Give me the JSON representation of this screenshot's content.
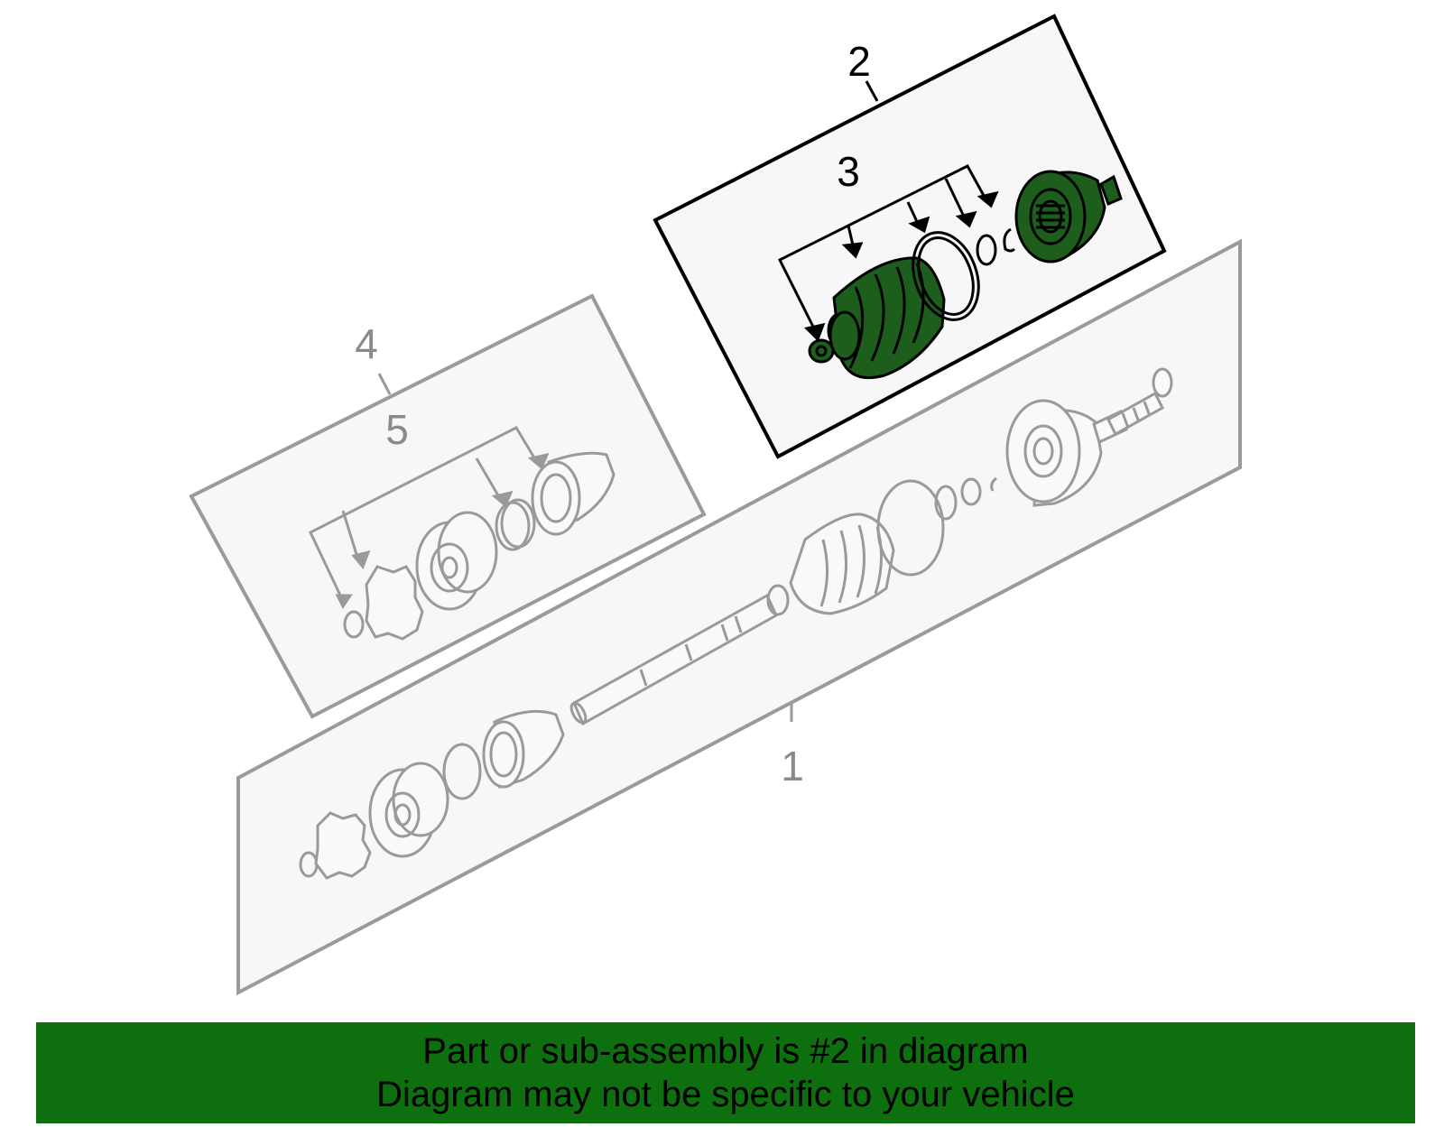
{
  "callouts": {
    "c1": "1",
    "c2": "2",
    "c3": "3",
    "c4": "4",
    "c5": "5"
  },
  "banner": {
    "line1": "Part or sub-assembly is #2 in diagram",
    "line2": "Diagram may not be specific to your vehicle"
  },
  "colors": {
    "highlight": "#1d5e1d",
    "banner": "#0e6f0e",
    "panel_fill": "#f7f7f7",
    "outline_grey": "#9a9a9a"
  }
}
